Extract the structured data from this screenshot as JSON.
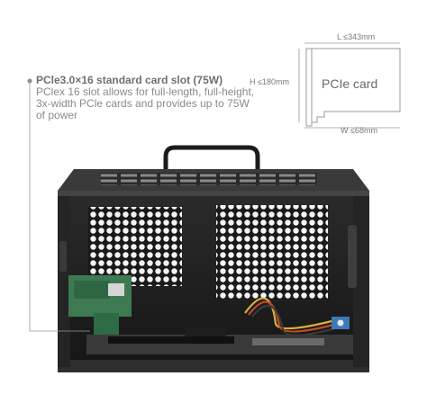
{
  "callout": {
    "title": "PCle3.0×16 standard card slot (75W)",
    "description": "PClex 16 slot allows for full-length, full-height, 3x-width PCle cards and provides up to 75W of power"
  },
  "card_diagram": {
    "card_label": "PCIe card",
    "length_label": "L ≤343mm",
    "height_label": "H ≤180mm",
    "width_label": "W ≤68mm"
  }
}
